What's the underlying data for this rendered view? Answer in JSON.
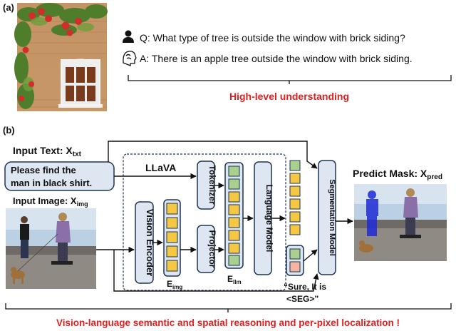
{
  "panel_a": {
    "label": "(a)",
    "question": "Q: What type of tree is outside the window with brick siding?",
    "answer": "A: There is an apple tree outside the window with brick siding.",
    "caption": "High-level understanding",
    "caption_color": "#e02020"
  },
  "panel_b": {
    "label": "(b)",
    "input_text_label": "Input Text: X",
    "input_text_sub": "txt",
    "prompt_line1": "Please find the",
    "prompt_line2": "man in black shirt.",
    "input_image_label": "Input Image: X",
    "input_image_sub": "img",
    "llava_label": "LLaVA",
    "vision_encoder": "Vision Encoder",
    "tokenizer": "Tokenizer",
    "projector": "Projector",
    "language_model": "Language Model",
    "segmentation_model": "Segmentation Model",
    "e_img": "E",
    "e_img_sub": "img",
    "e_llm": "E",
    "e_llm_sub": "llm",
    "response_line1": "“Sure, It is",
    "response_line2": "<SEG>”",
    "predict_label": "Predict Mask: X",
    "predict_sub": "pred",
    "caption": "Vision-language semantic and spatial reasoning and per-pixel localization !",
    "caption_color": "#e02020"
  },
  "colors": {
    "module_fill": "#dde6f1",
    "module_stroke": "#1f3552",
    "token_yellow": "#f4c842",
    "token_green": "#a9d08e",
    "token_pink": "#f4b6a0"
  },
  "icons": [
    "person-icon",
    "brain-icon"
  ]
}
